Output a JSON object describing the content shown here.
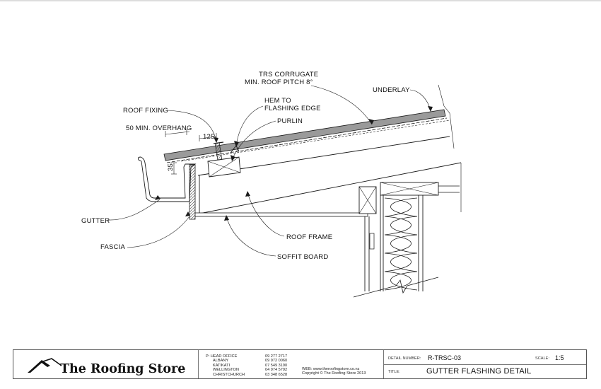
{
  "labels": {
    "trs_corrugate": "TRS CORRUGATE",
    "min_roof_pitch": "MIN. ROOF PITCH 8°",
    "underlay": "UNDERLAY",
    "roof_fixing": "ROOF FIXING",
    "hem_line1": "HEM TO",
    "hem_line2": "FLASHING EDGE",
    "purlin": "PURLIN",
    "overhang": "50 MIN. OVERHANG",
    "dim_125": "125",
    "dim_35": "35",
    "gutter": "GUTTER",
    "fascia": "FASCIA",
    "roof_frame": "ROOF FRAME",
    "soffit_board": "SOFFIT BOARD"
  },
  "titleblock": {
    "brand": "The Roofing Store",
    "contacts": [
      {
        "place": "P: HEAD OFFICE",
        "phone": "09 277 2717"
      },
      {
        "place": "ALBANY",
        "phone": "09 972 0060"
      },
      {
        "place": "KATIKATI",
        "phone": "07 549 3190"
      },
      {
        "place": "WELLINGTON",
        "phone": "04 974 5792"
      },
      {
        "place": "CHRISTCHURCH",
        "phone": "03 348 6528"
      }
    ],
    "web": "WEB: www.theroofingstore.co.nz",
    "copyright": "Copyright © The Roofing Store 2013",
    "detail_number_label": "DETAIL NUMBER:",
    "detail_number": "R-TRSC-03",
    "scale_label": "SCALE:",
    "scale": "1:5",
    "title_label": "TITLE:",
    "title": "GUTTER FLASHING DETAIL"
  },
  "colors": {
    "line": "#1a1a1a",
    "roof_sheet": "#9a9a9a",
    "insulation_fill": "#ffffff"
  }
}
